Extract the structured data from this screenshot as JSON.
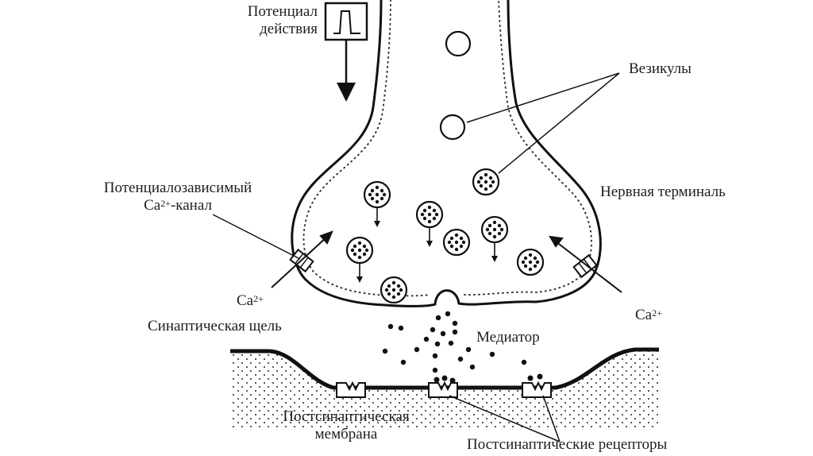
{
  "labels": {
    "action_potential_line1": "Потенциал",
    "action_potential_line2": "действия",
    "vesicles": "Везикулы",
    "channel_line1": "Потенциалозависимый",
    "channel_line2_ca": "Ca",
    "channel_line2_sup": "2+",
    "channel_line2_rest": "-канал",
    "nerve_terminal": "Нервная терминаль",
    "ca_left": "Ca",
    "ca_left_sup": "2+",
    "ca_right": "Ca",
    "ca_right_sup": "2+",
    "synaptic_cleft": "Синаптическая щель",
    "mediator": "Медиатор",
    "postsyn_membrane_line1": "Постсинаптическая",
    "postsyn_membrane_line2": "мембрана",
    "postsyn_receptors": "Постсинаптические рецепторы"
  },
  "colors": {
    "ink": "#111111",
    "background": "#ffffff"
  }
}
